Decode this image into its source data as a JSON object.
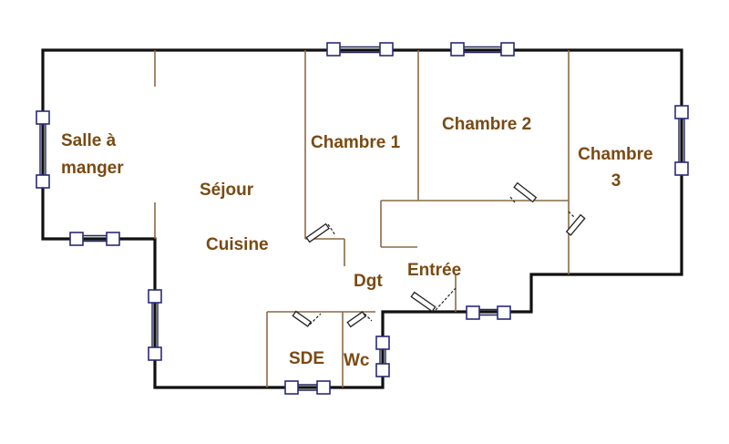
{
  "rooms": {
    "salle_a_manger": [
      "Salle à",
      "manger"
    ],
    "sejour": "Séjour",
    "cuisine": "Cuisine",
    "chambre_1": "Chambre 1",
    "chambre_2": "Chambre 2",
    "chambre_3": [
      "Chambre",
      "3"
    ],
    "dgt": "Dgt",
    "entree": "Entrée",
    "sde": "SDE",
    "wc": "Wc"
  },
  "colors": {
    "outer_wall": "#111111",
    "inner_wall": "#8a6a45",
    "label": "#7a4a12",
    "window": "#2a2a7a"
  }
}
